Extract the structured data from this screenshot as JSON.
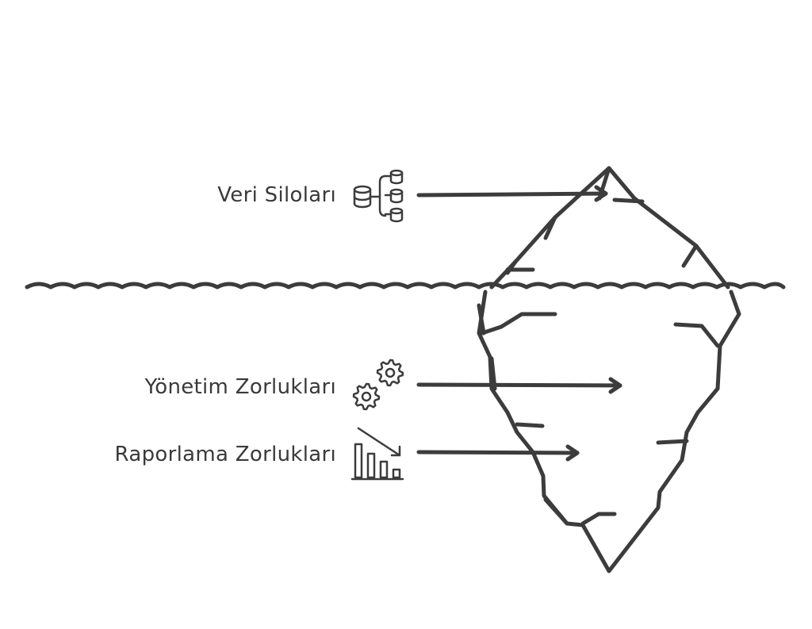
{
  "diagram": {
    "items": [
      {
        "label": "Veri Siloları",
        "icon": "database-silos-icon"
      },
      {
        "label": "Yönetim Zorlukları",
        "icon": "gears-icon"
      },
      {
        "label": "Raporlama Zorlukları",
        "icon": "declining-bar-chart-icon"
      }
    ],
    "stroke_color": "#3c3c3c",
    "text_color": "#3a3a3a"
  }
}
